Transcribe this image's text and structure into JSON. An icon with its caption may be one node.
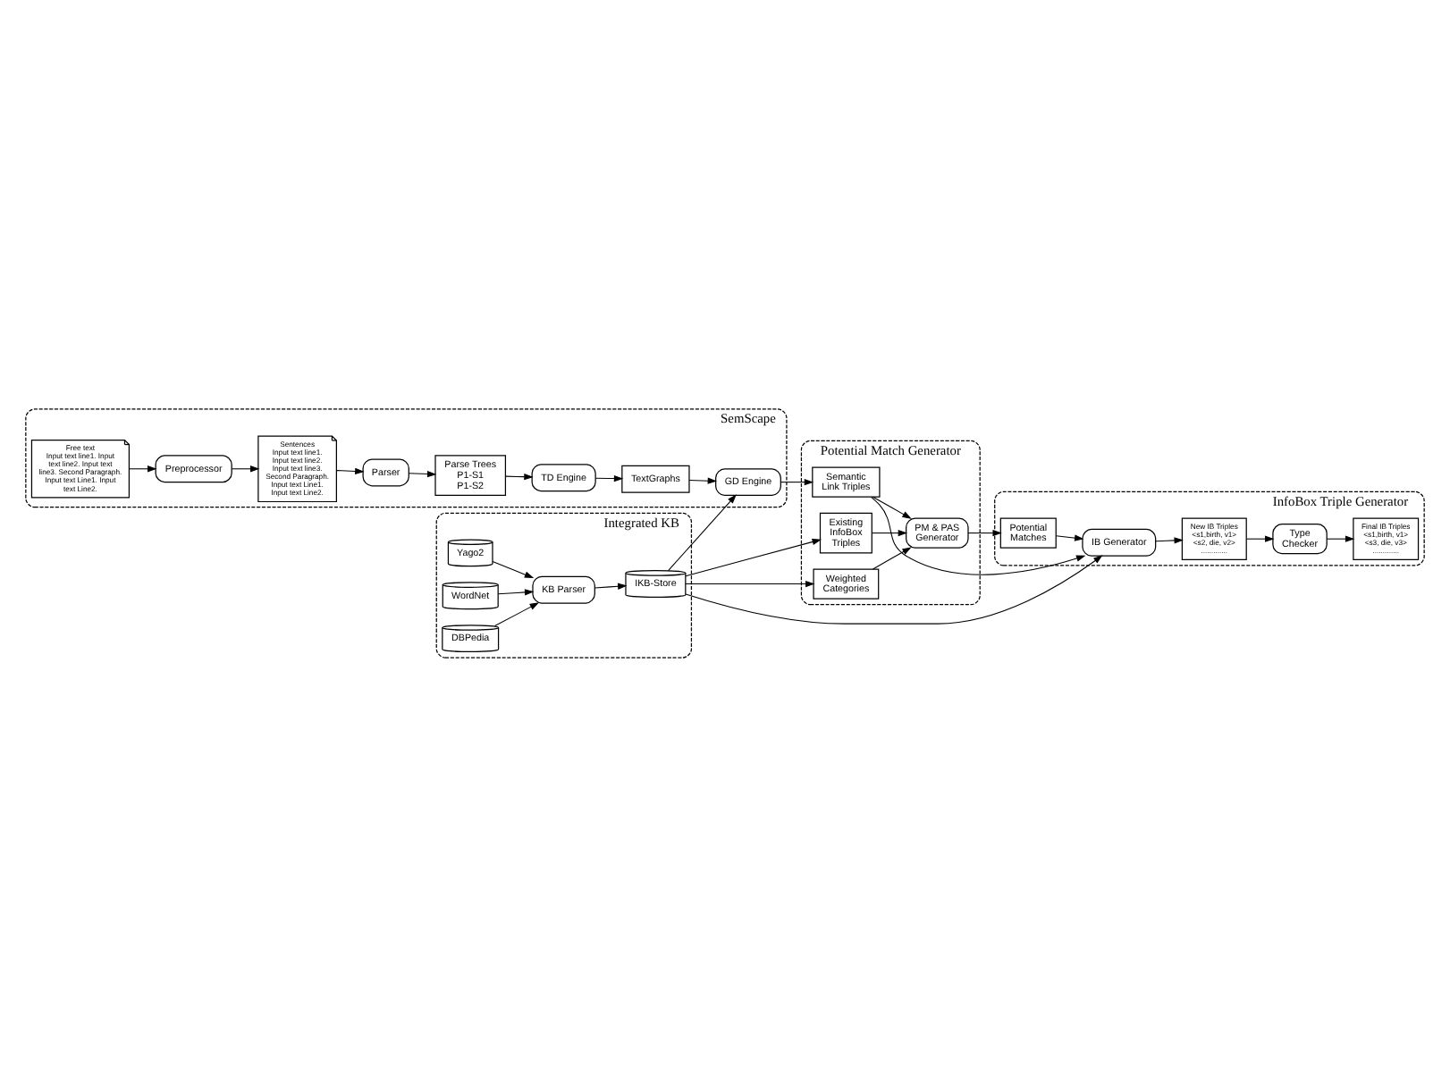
{
  "diagram": {
    "nodes": [
      {
        "text": [
          "SemScape"
        ]
      },
      {
        "text": [
          "Free text",
          "Input text line1. Input text line2. Input text line3. Second Paragraph. Input text Line1. Input text Line2."
        ],
        "in": 0
      },
      {
        "text": [
          "Preprocessor"
        ],
        "in": 0
      },
      {
        "text": [
          "Sentences",
          "Input text line1. Input text line2. Input text line3. Second Paragraph. Input text Line1. Input text Line2."
        ],
        "in": 0
      },
      {
        "text": [
          "Parser"
        ],
        "in": 0
      },
      {
        "text": [
          "Parse Trees",
          "P1-S1",
          "P1-S2"
        ],
        "in": 0
      },
      {
        "text": [
          "TD Engine"
        ],
        "in": 0
      },
      {
        "text": [
          "TextGraphs"
        ],
        "in": 0
      },
      {
        "text": [
          "GD Engine"
        ],
        "in": 0
      },
      {
        "text": [
          "Potential Match Generator"
        ]
      },
      {
        "text": [
          "Existing InfoBox Triples"
        ],
        "in": 9
      },
      {
        "text": [
          "Weighted Categories"
        ],
        "in": 9
      },
      {
        "text": [
          "Semantic Link Triples"
        ],
        "in": 9
      },
      {
        "text": [
          "PM & PAS Generator"
        ],
        "in": 9
      },
      {
        "text": [
          "Integrated KB"
        ]
      },
      {
        "text": [
          "DBPedia"
        ],
        "in": 14
      },
      {
        "text": [
          "Yago2"
        ],
        "in": 14
      },
      {
        "text": [
          "WordNet"
        ],
        "in": 14
      },
      {
        "text": [
          "KB Parser"
        ],
        "in": 14
      },
      {
        "text": [
          "IKB-Store"
        ],
        "in": 14
      },
      {
        "text": [
          "InfoBox Triple Generator"
        ]
      },
      {
        "text": [
          "IB Generator"
        ],
        "in": 20
      },
      {
        "text": [
          "Potential Matches"
        ],
        "in": 20
      },
      {
        "text": [
          "New IB Triples",
          "<s1,birth, v1> <s2, die, v2> ............."
        ],
        "in": 20
      },
      {
        "text": [
          "Type Checker"
        ],
        "in": 20
      },
      {
        "text": [
          "Final IB Triples",
          "<s1,birth, v1> <s3, die, v3> ............."
        ],
        "in": 20
      }
    ],
    "edges": [
      {
        "from": 1,
        "to": 2,
        "arrow": "to"
      },
      {
        "from": 2,
        "to": 3,
        "arrow": "to"
      },
      {
        "from": 3,
        "to": 4,
        "arrow": "to"
      },
      {
        "from": 4,
        "to": 5,
        "arrow": "to"
      },
      {
        "from": 5,
        "to": 6,
        "arrow": "to"
      },
      {
        "from": 6,
        "to": 7,
        "arrow": "to"
      },
      {
        "from": 7,
        "to": 8,
        "arrow": "to"
      },
      {
        "from": 8,
        "to": 12,
        "arrow": "to"
      },
      {
        "from": 19,
        "to": 8,
        "arrow": "to"
      },
      {
        "from": 19,
        "to": 10,
        "arrow": "to"
      },
      {
        "from": 19,
        "to": 11,
        "arrow": "to"
      },
      {
        "from": 10,
        "to": 13,
        "arrow": "to"
      },
      {
        "from": 11,
        "to": 13,
        "arrow": "to"
      },
      {
        "from": 12,
        "to": 13,
        "arrow": "to"
      },
      {
        "from": 15,
        "to": 18,
        "arrow": "to"
      },
      {
        "from": 16,
        "to": 18,
        "arrow": "to"
      },
      {
        "from": 17,
        "to": 18,
        "arrow": "to"
      },
      {
        "from": 18,
        "to": 19,
        "arrow": "to"
      },
      {
        "from": 19,
        "to": 21,
        "arrow": "to"
      },
      {
        "from": 12,
        "to": 21,
        "arrow": "to"
      },
      {
        "from": 13,
        "to": 22,
        "arrow": "to"
      },
      {
        "from": 22,
        "to": 21,
        "arrow": "to"
      },
      {
        "from": 21,
        "to": 23,
        "arrow": "to"
      },
      {
        "from": 23,
        "to": 24,
        "arrow": "to"
      },
      {
        "from": 24,
        "to": 25,
        "arrow": "to"
      }
    ]
  }
}
